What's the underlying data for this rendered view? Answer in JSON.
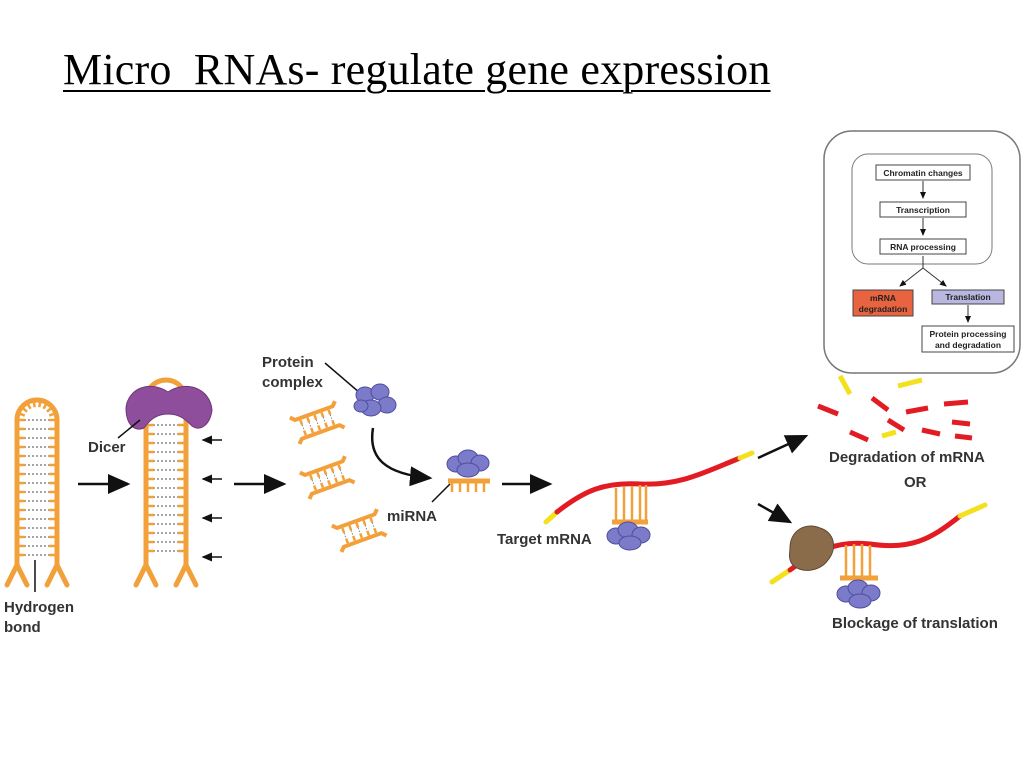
{
  "title": "Micro  RNAs- regulate gene expression",
  "colors": {
    "rna_orange": "#F2A03A",
    "mrna_red": "#E31B23",
    "mrna_tip_yellow": "#F4E01C",
    "dicer_purple": "#8E4E9B",
    "protein_blue": "#7B7BC9",
    "blocker_brown": "#8A6B4A",
    "box_mrna_degradation": "#E8633F",
    "box_translation": "#B9B6E0"
  },
  "labels": {
    "hydrogen_bond": [
      "Hydrogen",
      "bond"
    ],
    "dicer": "Dicer",
    "protein_complex": [
      "Protein",
      "complex"
    ],
    "mirna": "miRNA",
    "target_mrna": "Target mRNA",
    "degradation": "Degradation of mRNA",
    "or": "OR",
    "blockage": "Blockage of translation"
  },
  "inset": {
    "steps": [
      "Chromatin changes",
      "Transcription",
      "RNA processing"
    ],
    "mrna_degradation": [
      "mRNA",
      "degradation"
    ],
    "translation": "Translation",
    "protein_processing": [
      "Protein processing",
      "and degradation"
    ]
  }
}
